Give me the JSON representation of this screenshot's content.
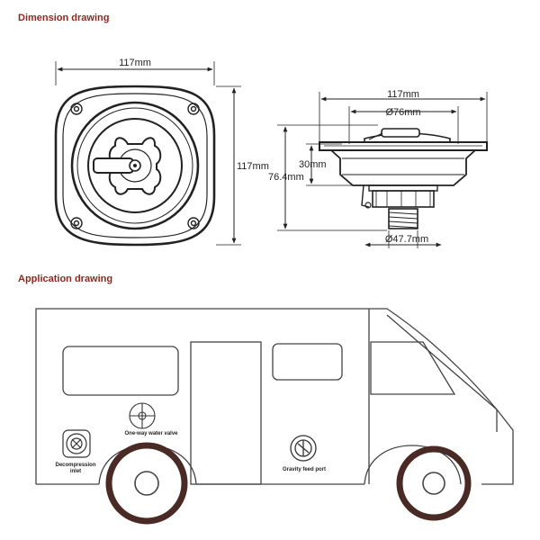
{
  "sections": {
    "dimension_title": "Dimension drawing",
    "application_title": "Application drawing"
  },
  "front_view": {
    "width_label": "117mm",
    "height_label": "117mm"
  },
  "side_view": {
    "width_label": "117mm",
    "inner_diameter_label": "Ø76mm",
    "depth_label": "30mm",
    "total_height_label": "76.4mm",
    "thread_diameter_label": "Ø47.7mm"
  },
  "application": {
    "decompression_inlet_label": "Decompression inlet",
    "one_way_valve_label": "One-way water valve",
    "gravity_feed_label": "Gravity feed port"
  },
  "colors": {
    "section_title": "#8b2a1f",
    "line": "#222222",
    "van_line": "#444444"
  }
}
